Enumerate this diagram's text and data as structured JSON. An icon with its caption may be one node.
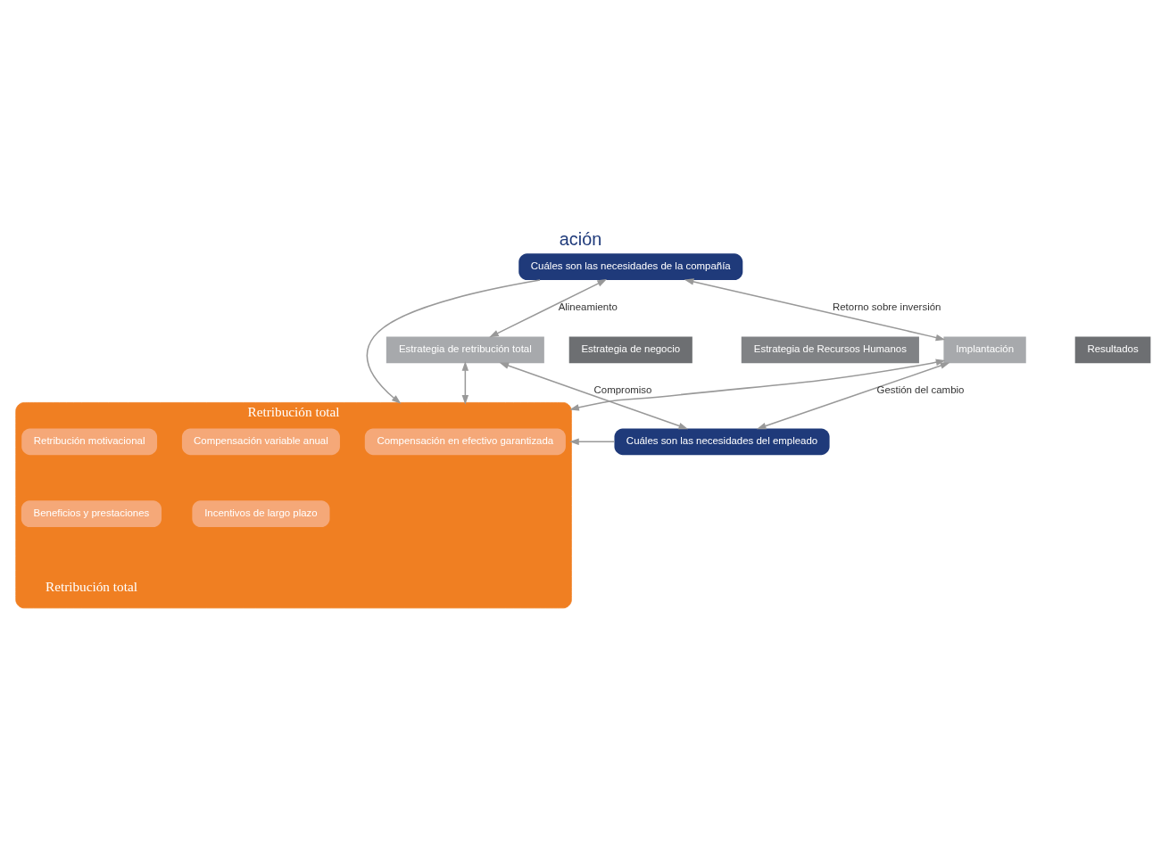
{
  "diagram": {
    "title": "ación",
    "nodes": [
      {
        "text": [
          "Cuáles son las necesidades de la compañía"
        ]
      },
      {
        "text": [
          "Retribución total",
          "Retribución total"
        ]
      },
      {
        "text": [
          "Compensación en efectivo garantizada"
        ],
        "in": 1
      },
      {
        "text": [
          "Compensación variable anual"
        ],
        "in": 1
      },
      {
        "text": [
          "Incentivos de largo plazo"
        ],
        "in": 1
      },
      {
        "text": [
          "Beneficios y prestaciones"
        ],
        "in": 1
      },
      {
        "text": [
          "Retribución motivacional"
        ],
        "in": 1
      },
      {
        "text": [
          "Estrategia de negocio"
        ]
      },
      {
        "text": [
          "Estrategia de Recursos Humanos"
        ]
      },
      {
        "text": [
          "Estrategia de retribución total"
        ]
      },
      {
        "text": [
          "Implantación"
        ]
      },
      {
        "text": [
          "Resultados"
        ]
      },
      {
        "text": [
          "Cuáles son las necesidades del empleado"
        ]
      }
    ],
    "edges": [
      {
        "from": 9,
        "to": 0,
        "arrow": "both",
        "label": "Alineamiento"
      },
      {
        "from": 0,
        "to": 10,
        "arrow": "both",
        "label": "Retorno sobre inversión"
      },
      {
        "from": 0,
        "to": 1,
        "arrow": "to"
      },
      {
        "from": 9,
        "to": 1,
        "arrow": "both"
      },
      {
        "from": 1,
        "to": 10,
        "arrow": "both"
      },
      {
        "from": 12,
        "to": 1,
        "arrow": "to"
      },
      {
        "from": 9,
        "to": 12,
        "arrow": "both",
        "label": "Compromiso"
      },
      {
        "from": 10,
        "to": 12,
        "arrow": "both",
        "label": "Gestión del cambio"
      }
    ]
  }
}
